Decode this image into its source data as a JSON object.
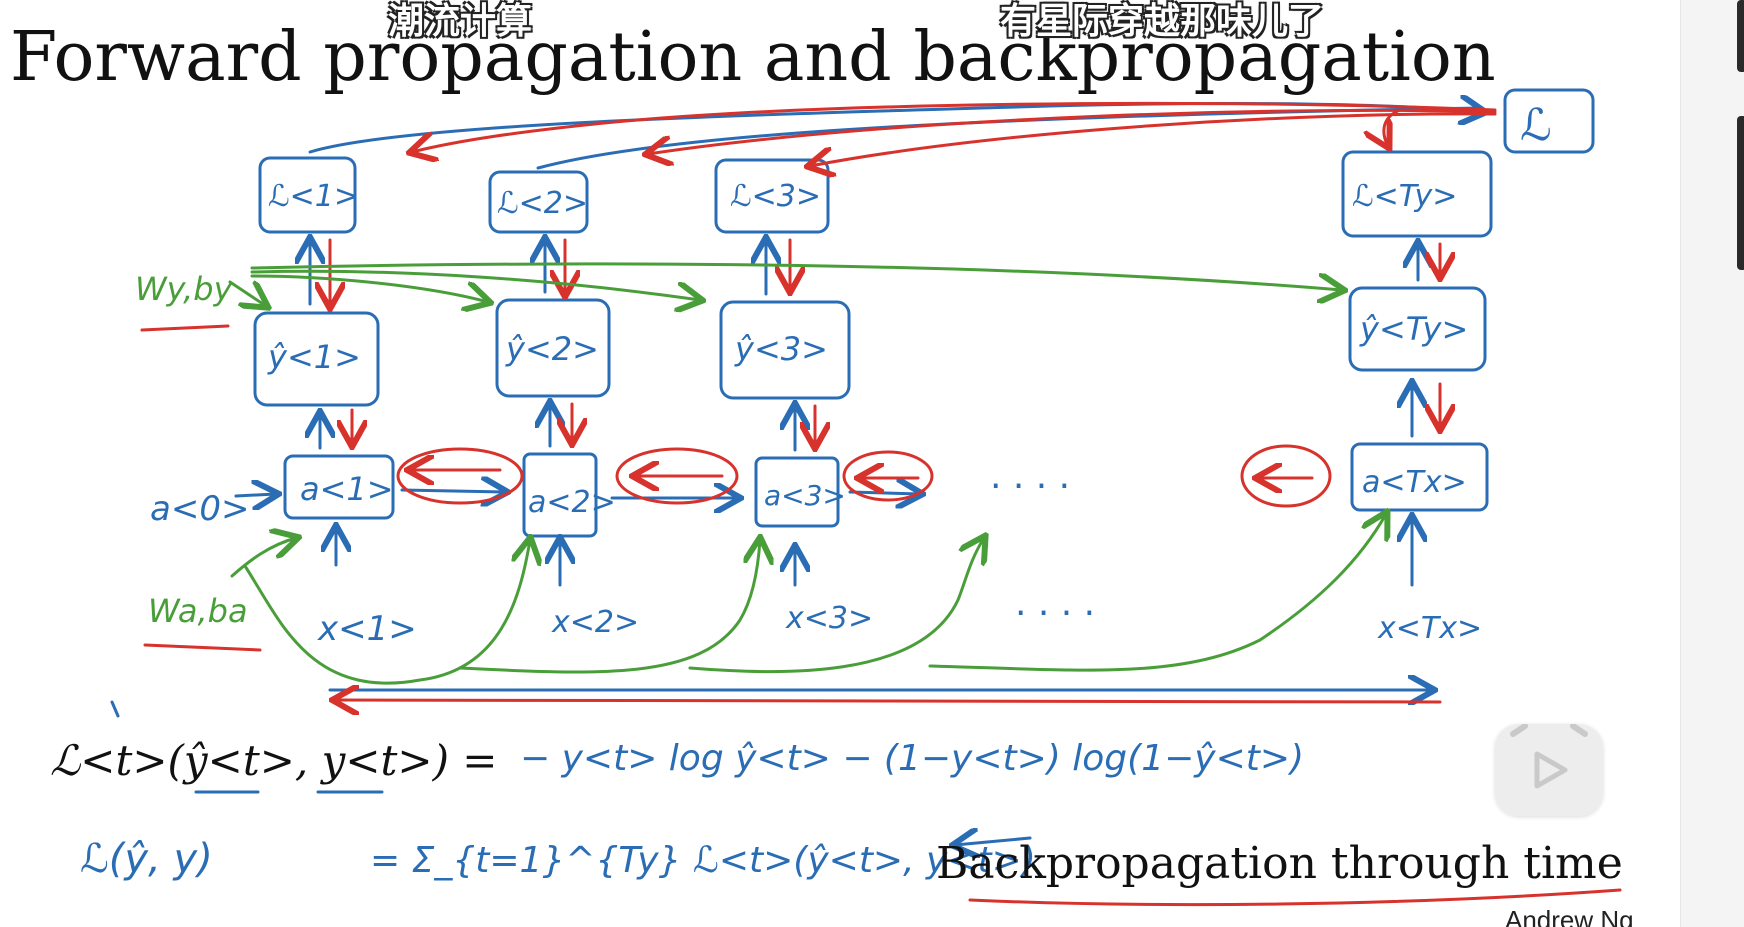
{
  "slide": {
    "title": "Forward propagation and backpropagation",
    "subtitle": "Backpropagation through time",
    "credit": "Andrew Ng"
  },
  "danmaku": [
    "潮流计算",
    "有星际穿越那味儿了"
  ],
  "diagram": {
    "loss_total": "ℒ",
    "losses": [
      "ℒ<1>",
      "ℒ<2>",
      "ℒ<3>",
      "ℒ<Ty>"
    ],
    "predictions": [
      "ŷ<1>",
      "ŷ<2>",
      "ŷ<3>",
      "ŷ<Ty>"
    ],
    "activations": [
      "a<1>",
      "a<2>",
      "a<3>",
      "a<Tx>"
    ],
    "inputs": [
      "x<1>",
      "x<2>",
      "x<3>",
      "x<Tx>"
    ],
    "initial_activation": "a<0>",
    "output_params": "Wy,by",
    "activation_params": "Wa,ba",
    "ellipsis": "· · · ·"
  },
  "equations": {
    "per_step_lhs": "ℒ<t>(ŷ<t>, y<t>) =",
    "per_step_rhs": "− y<t> log ŷ<t> − (1−y<t>) log(1−ŷ<t>)",
    "total_lhs": "ℒ(ŷ, y)",
    "total_rhs": "= Σ_{t=1}^{Ty} ℒ<t>(ŷ<t>, y<t>)"
  },
  "colors": {
    "blue_ink": "#2a6db5",
    "red_ink": "#d8322c",
    "green_ink": "#4a9e3a"
  },
  "icons": [
    "play-icon"
  ]
}
